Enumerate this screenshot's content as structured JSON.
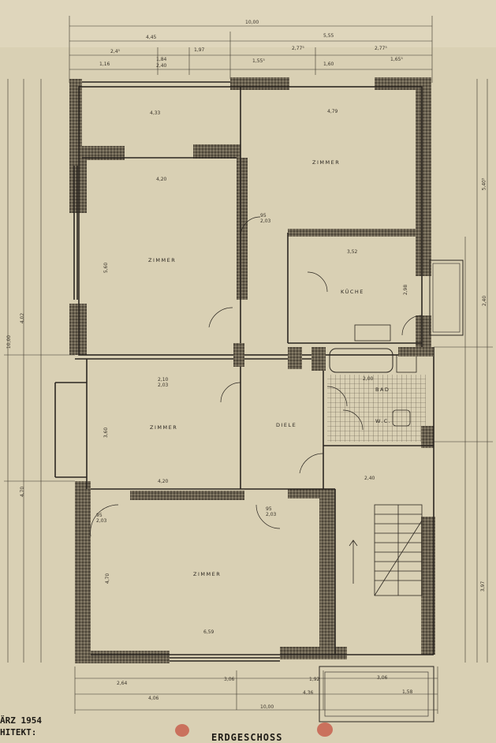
{
  "rooms": {
    "zimmer_ne": "ZIMMER",
    "zimmer_w": "ZIMMER",
    "zimmer_sw": "ZIMMER",
    "zimmer_s": "ZIMMER",
    "kueche": "KÜCHE",
    "diele": "DIELE",
    "bad": "BAD",
    "wc": "W.C."
  },
  "dims": {
    "top_total": "10,00",
    "top_a": "4,45",
    "top_b": "5,55",
    "top_c": "2,4⁵",
    "top_d": "1,97",
    "top_e": "2,77⁵",
    "top_f": "2,77⁵",
    "top_g": "1,16",
    "top_h": "1,84",
    "top_i": "2,40",
    "top_j": "1,55⁵",
    "top_k": "1,60",
    "top_l": "1,65⁵",
    "w_room_ne": "4,79",
    "w_room_nw": "4,33",
    "w_room_w": "4,20",
    "h_room_w": "5,60",
    "w_kueche": "3,52",
    "h_kueche": "2,98",
    "w_zimmer_sw": "4,20",
    "h_zimmer_sw": "3,60",
    "w_zimmer_s": "6,59",
    "h_zimmer_s": "4,70",
    "door_a": "95\n2,03",
    "door_b": "2,10\n2,03",
    "door_c": "95\n2,03",
    "door_d": "95\n2,03",
    "bottom_a": "2,64",
    "bottom_b": "3,06",
    "bottom_c": "1,92",
    "bottom_d": "3,06",
    "bottom_e": "4,06",
    "bottom_f": "4,36",
    "bottom_total": "10,00",
    "bottom_g": "1,58",
    "left_a": "4,02",
    "left_b": "10,00",
    "left_c": "4,70",
    "right_a": "5,40⁵",
    "right_b": "3,97",
    "right_c": "2,40",
    "stair_a": "2,40",
    "bad_w": "2,00"
  },
  "footer": {
    "date": "ÄRZ 1954",
    "architect": "HITEKT:",
    "floor": "ERDGESCHOSS"
  },
  "colors": {
    "paper": "#d9d0b4",
    "ink": "#2b2620",
    "wall": "#3b352c",
    "stamp": "#c7604e"
  }
}
